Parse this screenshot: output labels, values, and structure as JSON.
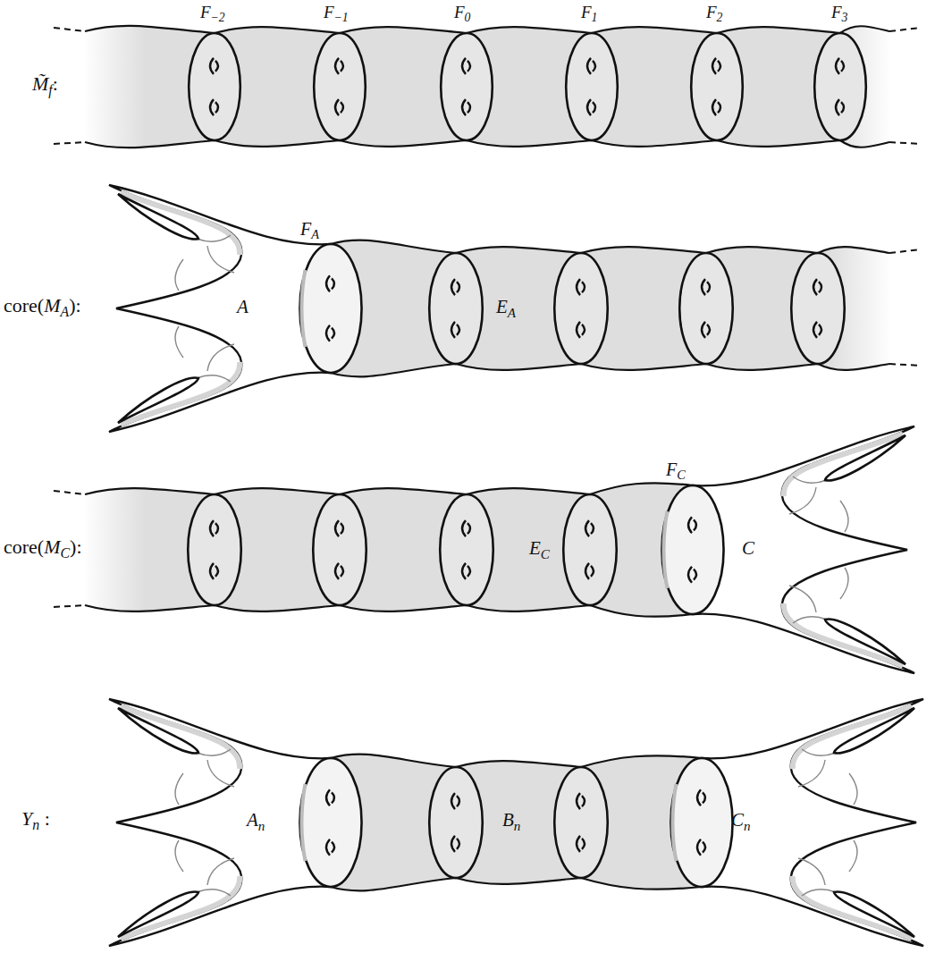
{
  "diagram": {
    "labels": [
      "F−2",
      "F−1",
      "F0",
      "F1",
      "F2",
      "F3",
      "M̃f:",
      "core(MA):",
      "FA",
      "A",
      "EA",
      "core(MC):",
      "FC",
      "EC",
      "C",
      "Yn :",
      "An",
      "Bn",
      "Cn"
    ]
  }
}
